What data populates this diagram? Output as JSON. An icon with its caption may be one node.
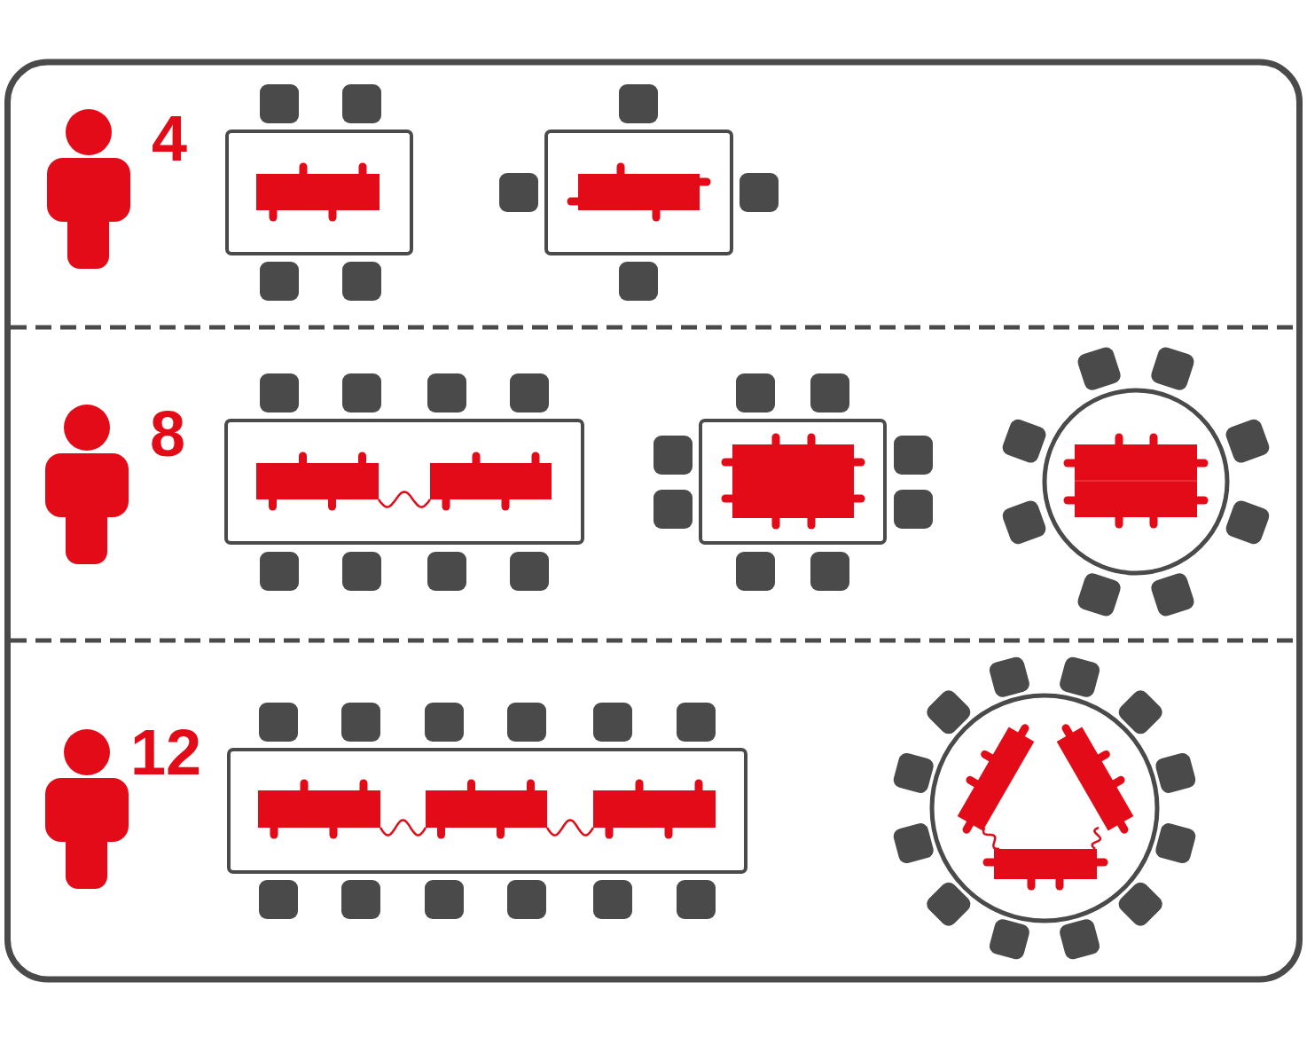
{
  "diagram": {
    "labels": [
      "4",
      "8",
      "12"
    ]
  }
}
